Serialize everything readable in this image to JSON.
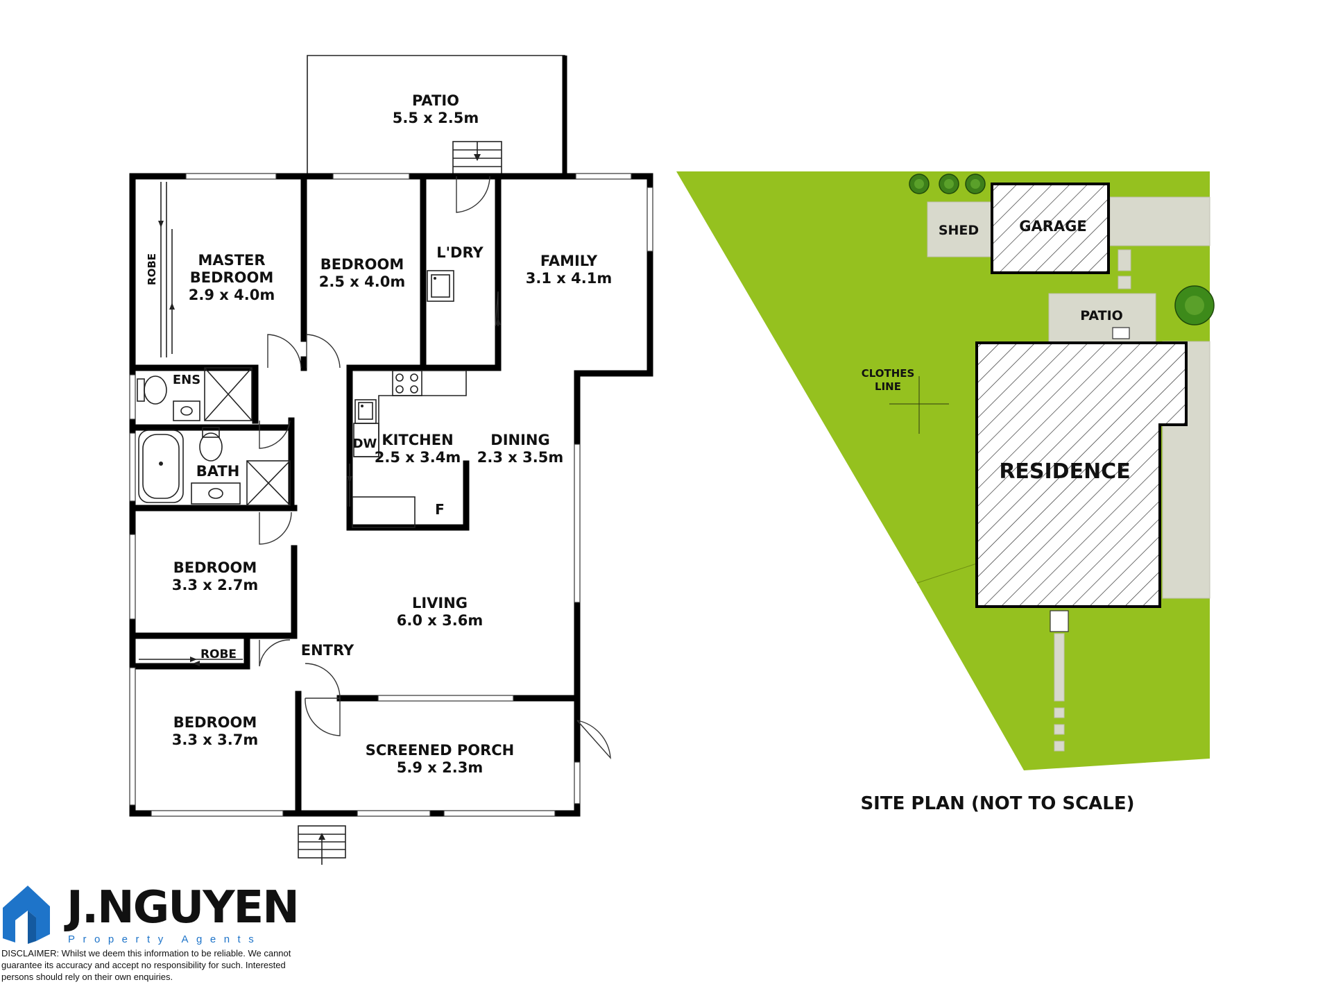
{
  "floor_plan": {
    "patio": {
      "name": "PATIO",
      "dims": "5.5 x 2.5m"
    },
    "master_bedroom": {
      "name_line1": "MASTER",
      "name_line2": "BEDROOM",
      "dims": "2.9 x 4.0m"
    },
    "robe_master": "ROBE",
    "bedroom_2": {
      "name": "BEDROOM",
      "dims": "2.5 x 4.0m"
    },
    "laundry": {
      "name": "L'DRY"
    },
    "family": {
      "name": "FAMILY",
      "dims": "3.1 x 4.1m"
    },
    "ensuite": "ENS",
    "bath": "BATH",
    "kitchen": {
      "name": "KITCHEN",
      "dims": "2.5 x 3.4m"
    },
    "dishwasher": "DW",
    "fridge": "F",
    "dining": {
      "name": "DINING",
      "dims": "2.3 x 3.5m"
    },
    "bedroom_3": {
      "name": "BEDROOM",
      "dims": "3.3 x 2.7m"
    },
    "living": {
      "name": "LIVING",
      "dims": "6.0 x 3.6m"
    },
    "robe_bedroom4": "ROBE",
    "entry": "ENTRY",
    "bedroom_4": {
      "name": "BEDROOM",
      "dims": "3.3 x 3.7m"
    },
    "screened_porch": {
      "name": "SCREENED PORCH",
      "dims": "5.9 x 2.3m"
    }
  },
  "site_plan": {
    "shed": "SHED",
    "garage": "GARAGE",
    "patio": "PATIO",
    "clothes_line_1": "CLOTHES",
    "clothes_line_2": "LINE",
    "residence": "RESIDENCE",
    "caption": "SITE PLAN (NOT TO SCALE)"
  },
  "colors": {
    "lawn": "#95c11f",
    "paving": "#d8d9cc",
    "brand_blue": "#1e74c9"
  },
  "brand": {
    "name": "J.NGUYEN",
    "subtitle": "Property Agents",
    "disclaimer": "DISCLAIMER: Whilst we deem this information to be reliable. We cannot guarantee its accuracy and accept no responsibility for such. Interested persons should rely on their own enquiries."
  }
}
